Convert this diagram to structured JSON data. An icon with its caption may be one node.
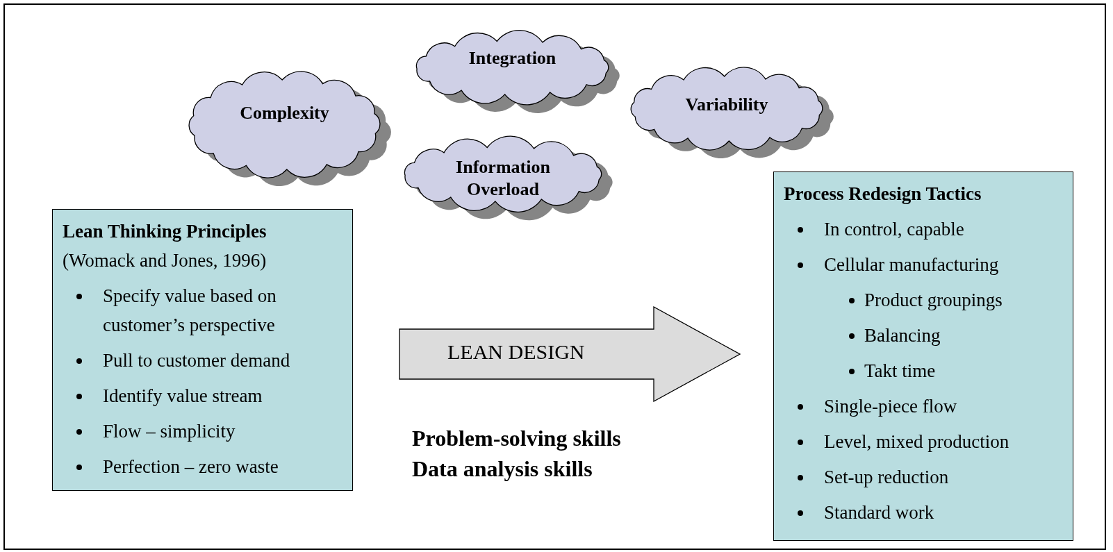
{
  "diagram": {
    "nodes": [
      {
        "text": [
          "Integration"
        ]
      },
      {
        "text": [
          "Complexity"
        ]
      },
      {
        "text": [
          "Variability"
        ]
      },
      {
        "text": [
          "Information Overload"
        ]
      },
      {
        "text": [
          "Lean Thinking Principles",
          "(Womack and Jones, 1996)",
          "Specify value based on customer’s perspective",
          "Pull to customer demand",
          "Identify value stream",
          "Flow – simplicity",
          "Perfection – zero waste"
        ]
      },
      {
        "text": [
          "LEAN DESIGN"
        ]
      },
      {
        "text": [
          "Process Redesign Tactics",
          "In control, capable",
          "Cellular manufacturing",
          "Product groupings",
          "Balancing",
          "Takt time",
          "Single-piece flow",
          "Level, mixed production",
          "Set-up reduction",
          "Standard work"
        ]
      }
    ],
    "labels": [
      "Problem-solving skills",
      "Data analysis skills"
    ]
  }
}
